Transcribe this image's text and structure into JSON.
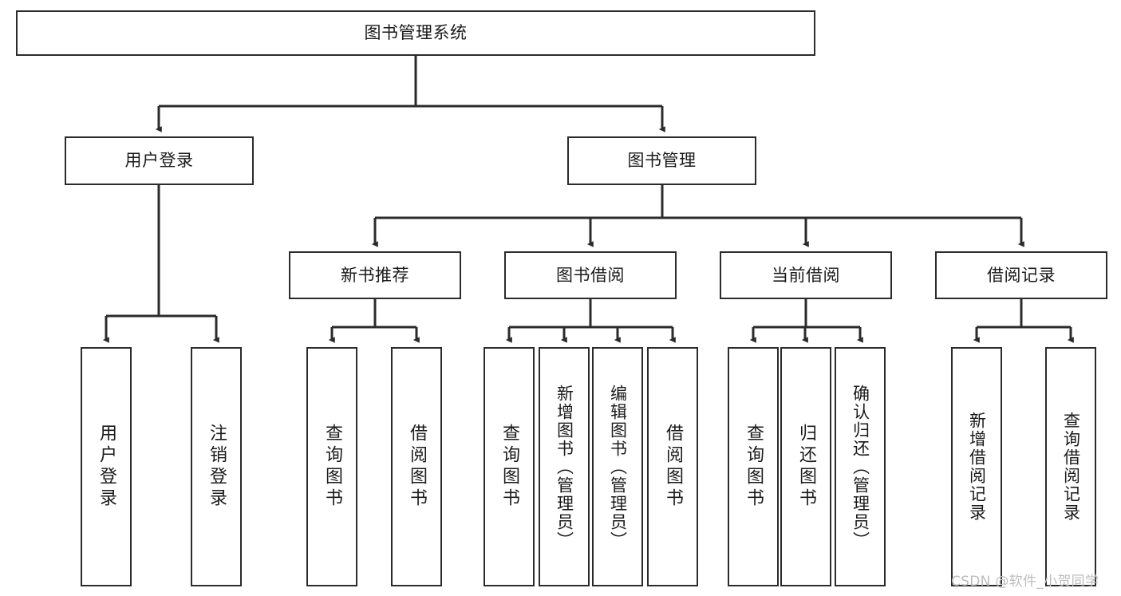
{
  "diagram": {
    "title": "图书管理系统",
    "type": "tree-hierarchy-diagram",
    "watermark": "CSDN @软件_小贺同学",
    "colors": {
      "box_border": "#2b2b2b",
      "box_fill": "#ffffff",
      "connector": "#2b2b2b",
      "text": "#1a1a1a",
      "watermark": "#bdbdbd",
      "background": "#ffffff"
    },
    "root": {
      "label": "图书管理系统"
    },
    "level2": [
      {
        "label": "用户登录"
      },
      {
        "label": "图书管理"
      }
    ],
    "level3": [
      {
        "label": "新书推荐"
      },
      {
        "label": "图书借阅"
      },
      {
        "label": "当前借阅"
      },
      {
        "label": "借阅记录"
      }
    ],
    "leaves": {
      "user_login": [
        {
          "label": "用户登录"
        },
        {
          "label": "注销登录"
        }
      ],
      "new_book_recommend": [
        {
          "label": "查询图书"
        },
        {
          "label": "借阅图书"
        }
      ],
      "book_borrow": [
        {
          "label": "查询图书"
        },
        {
          "label": "新增图书（管理员）"
        },
        {
          "label": "编辑图书（管理员）"
        },
        {
          "label": "借阅图书"
        }
      ],
      "current_borrow": [
        {
          "label": "查询图书"
        },
        {
          "label": "归还图书"
        },
        {
          "label": "确认归还（管理员）"
        }
      ],
      "borrow_records": [
        {
          "label": "新增借阅记录"
        },
        {
          "label": "查询借阅记录"
        }
      ]
    }
  }
}
